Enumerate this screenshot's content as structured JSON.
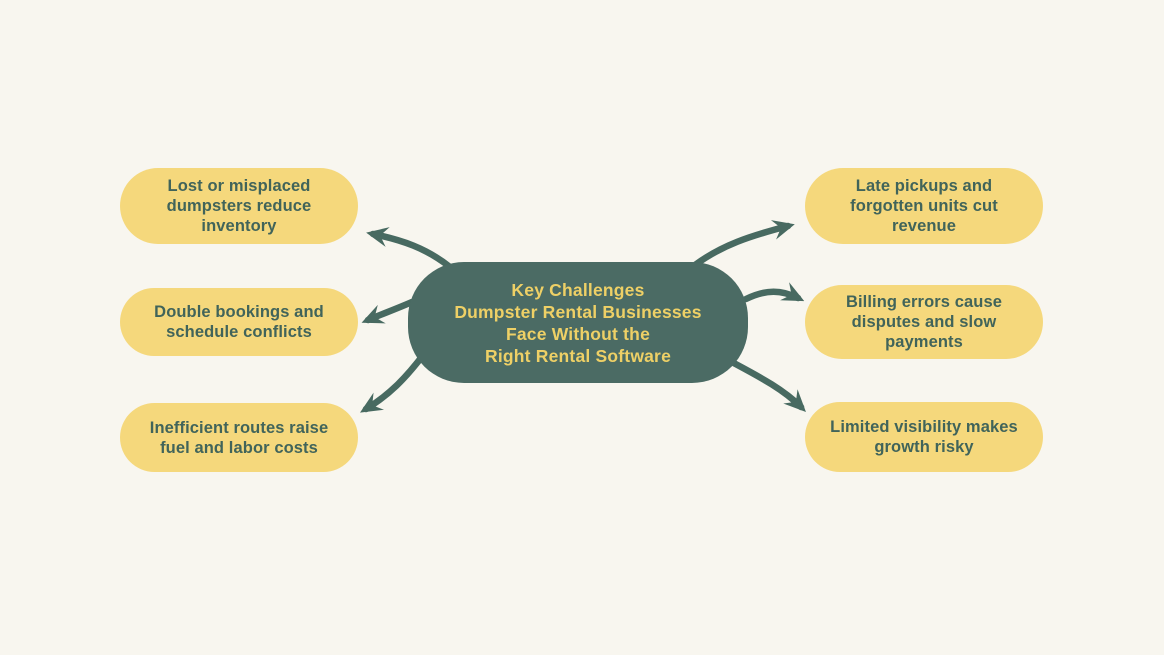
{
  "title": "Key Challenges Dumpster Rental Businesses Face Without the Right Rental Software",
  "colors": {
    "background": "#f8f6ef",
    "pill_background": "#f5d87c",
    "pill_text": "#41645a",
    "center_background": "#4b6b64",
    "center_text": "#eed066",
    "arrow": "#486a61"
  },
  "center": {
    "lines": [
      "Key Challenges",
      "Dumpster Rental Businesses",
      "Face Without the",
      "Right Rental Software"
    ]
  },
  "nodes": [
    {
      "id": "lost-or-misplaced-dumpsters",
      "position": "top-left",
      "text": "Lost or misplaced dumpsters reduce inventory",
      "lines": [
        "Lost or misplaced",
        "dumpsters reduce",
        "inventory"
      ]
    },
    {
      "id": "double-bookings",
      "position": "middle-left",
      "text": "Double bookings and schedule conflicts",
      "lines": [
        "Double bookings and",
        "schedule conflicts"
      ]
    },
    {
      "id": "inefficient-routes",
      "position": "bottom-left",
      "text": "Inefficient routes raise fuel and labor costs",
      "lines": [
        "Inefficient routes raise",
        "fuel and labor costs"
      ]
    },
    {
      "id": "late-pickups",
      "position": "top-right",
      "text": "Late pickups and forgotten units cut revenue",
      "lines": [
        "Late pickups and",
        "forgotten units cut",
        "revenue"
      ]
    },
    {
      "id": "billing-errors",
      "position": "middle-right",
      "text": "Billing errors cause disputes and slow payments",
      "lines": [
        "Billing errors cause",
        "disputes and slow",
        "payments"
      ]
    },
    {
      "id": "limited-visibility",
      "position": "bottom-right",
      "text": "Limited visibility makes growth risky",
      "lines": [
        "Limited visibility makes",
        "growth risky"
      ]
    }
  ]
}
